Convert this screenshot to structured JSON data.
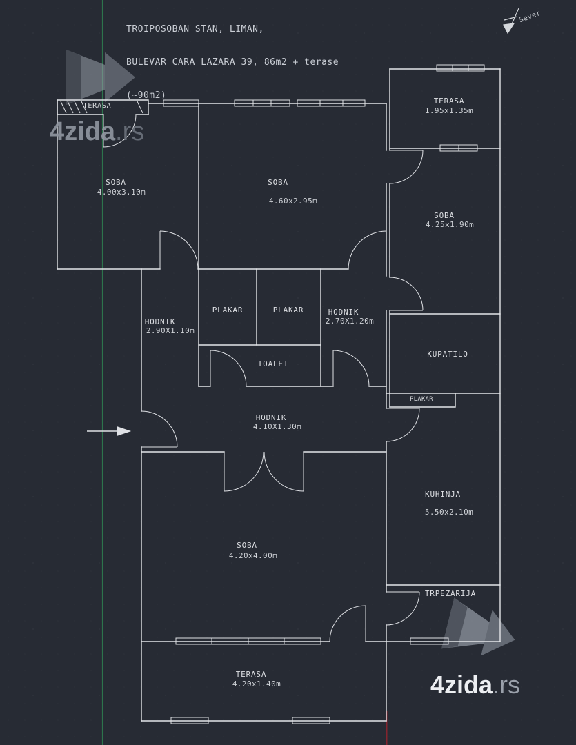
{
  "colors": {
    "background": "#272b34",
    "walls": "#e4e6e9",
    "axis_green": "#2e7d4f",
    "axis_red": "#84242e",
    "text": "#dcdee2"
  },
  "title": {
    "line1": "TROIPOSOBAN STAN, LIMAN,",
    "line2": "BULEVAR CARA LAZARA 39, 86m2 + terase",
    "line3": "(~90m2)"
  },
  "compass": {
    "label": "Sever"
  },
  "watermarks": {
    "top_left": {
      "brand": "4zida",
      "tld": ".rs"
    },
    "bottom_right": {
      "brand": "4zida",
      "tld": ".rs"
    }
  },
  "rooms": {
    "terasa_tl": {
      "name": "TERASA"
    },
    "soba_tl": {
      "name": "SOBA",
      "dims": "4.00x3.10m"
    },
    "soba_mid": {
      "name": "SOBA",
      "dims": "4.60x2.95m"
    },
    "terasa_tr": {
      "name": "TERASA",
      "dims": "1.95x1.35m"
    },
    "soba_right": {
      "name": "SOBA",
      "dims": "4.25x1.90m"
    },
    "plakar_a": {
      "name": "PLAKAR"
    },
    "plakar_b": {
      "name": "PLAKAR"
    },
    "hodnik_small": {
      "name": "HODNIK",
      "dims": "2.70X1.20m"
    },
    "hodnik_left": {
      "name": "HODNIK",
      "dims": "2.90X1.10m"
    },
    "toalet": {
      "name": "TOALET"
    },
    "kupatilo": {
      "name": "KUPATILO"
    },
    "plakar_small": {
      "name": "PLAKAR"
    },
    "hodnik_main": {
      "name": "HODNIK",
      "dims": "4.10X1.30m"
    },
    "soba_bottom": {
      "name": "SOBA",
      "dims": "4.20x4.00m"
    },
    "kuhinja": {
      "name": "KUHINJA",
      "dims": "5.50x2.10m"
    },
    "trpezarija": {
      "name": "TRPEZARIJA"
    },
    "terasa_bottom": {
      "name": "TERASA",
      "dims": "4.20x1.40m"
    }
  }
}
